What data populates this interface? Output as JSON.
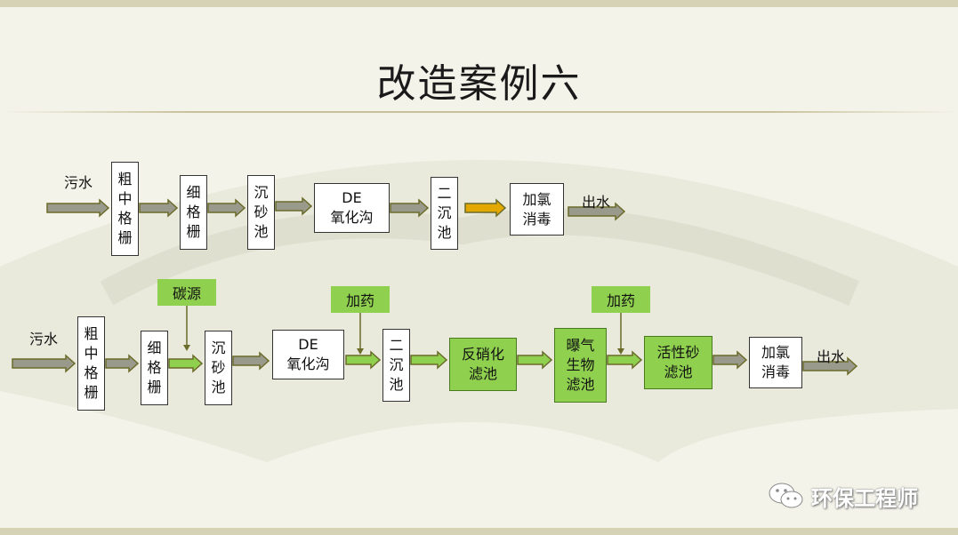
{
  "title": "改造案例六",
  "row1": {
    "input_label": "污水",
    "output_label": "出水",
    "boxes": [
      "粗\n中\n格\n栅",
      "细\n格\n栅",
      "沉\n砂\n池",
      "DE\n氧化沟",
      "二\n沉\n池",
      "加氯\n消毒"
    ]
  },
  "row2": {
    "input_label": "污水",
    "output_label": "出水",
    "boxes": [
      "粗\n中\n格\n栅",
      "细\n格\n栅",
      "沉\n砂\n池",
      "DE\n氧化沟",
      "二\n沉\n池",
      "反硝化\n滤池",
      "曝气\n生物\n滤池",
      "活性砂\n滤池",
      "加氯\n消毒"
    ],
    "dosing": [
      "碳源",
      "加药",
      "加药"
    ]
  },
  "watermark": "环保工程师",
  "colors": {
    "new_unit_green": "#8fd14f",
    "arrow_grey": "#9a9a8c",
    "arrow_olive": "#6b6b2a",
    "arrow_gold": "#e2a800"
  }
}
